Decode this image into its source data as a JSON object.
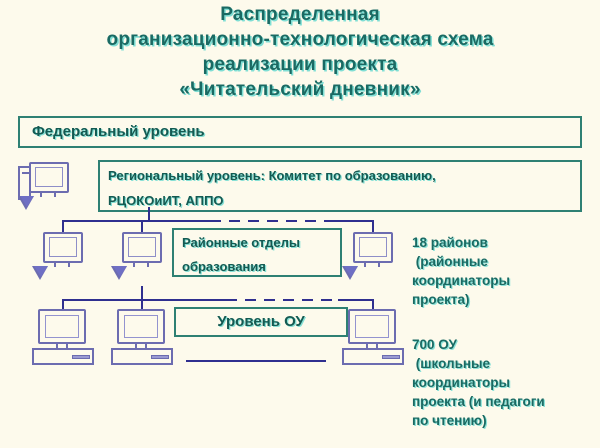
{
  "slide": {
    "background_color": "#fdfaec",
    "title_text_color": "#1a6a63",
    "title_shadow_color": "#7fded4",
    "box_border_color": "#2e8073",
    "line_color": "#2f2f8f",
    "computer_color": "#6c6cb0"
  },
  "title": {
    "line1": "Распределенная",
    "line2": "организационно-технологическая схема",
    "line3": "реализации проекта",
    "line4": "«Читательский дневник»"
  },
  "boxes": {
    "federal": "Федеральный уровень",
    "regional_line1": "Региональный уровень: Комитет по образованию,",
    "regional_line2": "РЦОКОиИТ,  АППО",
    "district_line1": "Районные отделы",
    "district_line2": "образования",
    "ou": "Уровень ОУ"
  },
  "notes": {
    "districts": "18 районов\n (районные\nкоординаторы\nпроекта)",
    "schools": "700 ОУ\n (школьные\nкоординаторы\nпроекта (и педагоги\nпо чтению)"
  },
  "computers": [
    {
      "id": "regional-server",
      "type": "laptop-with-tower",
      "level": "regional"
    },
    {
      "id": "district-1",
      "type": "laptop",
      "level": "district"
    },
    {
      "id": "district-2",
      "type": "laptop",
      "level": "district"
    },
    {
      "id": "district-3",
      "type": "laptop",
      "level": "district"
    },
    {
      "id": "school-1",
      "type": "desktop",
      "level": "school"
    },
    {
      "id": "school-2",
      "type": "desktop",
      "level": "school"
    },
    {
      "id": "school-3",
      "type": "desktop",
      "level": "school"
    }
  ]
}
